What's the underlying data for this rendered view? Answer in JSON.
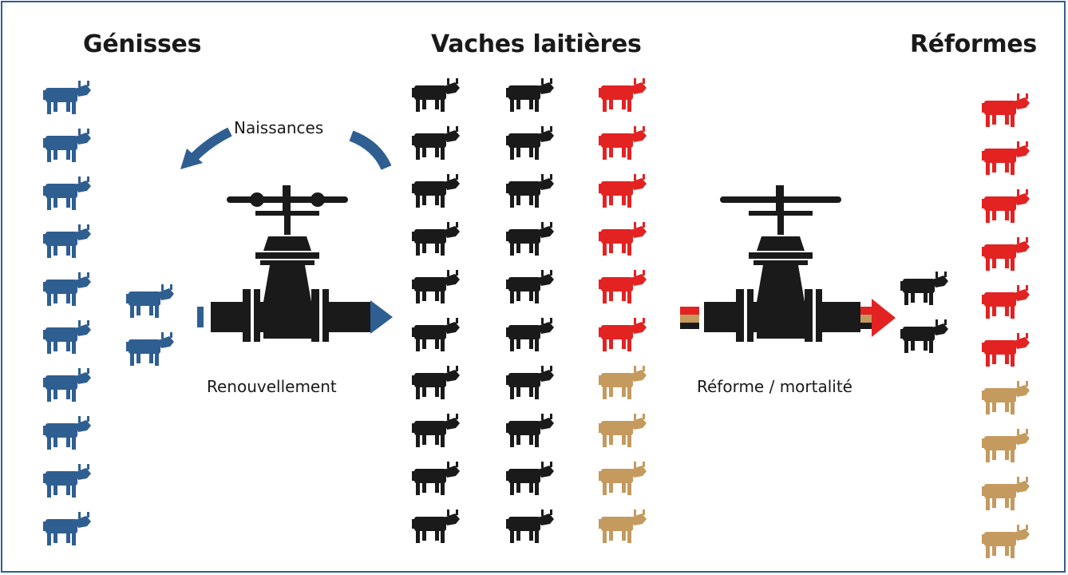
{
  "headings": {
    "genisses": "Génisses",
    "vaches": "Vaches laitières",
    "reformes": "Réformes"
  },
  "labels": {
    "naissances": "Naissances",
    "renouvellement": "Renouvellement",
    "reforme_mortalite": "Réforme / mortalité"
  },
  "colors": {
    "heifer_blue": "#2f5e91",
    "dairy_black": "#1a1a1a",
    "cull_red": "#e32222",
    "mortality_tan": "#c49a5e",
    "frame_blue": "#2f5e91"
  },
  "icons": {
    "cow": "cow-icon",
    "valve": "gate-valve-icon",
    "arrow": "flow-arrow-icon"
  },
  "groups": {
    "genisses_column": {
      "count": 10,
      "color": "heifer_blue"
    },
    "genisses_entering": {
      "count": 2,
      "color": "heifer_blue"
    },
    "vaches_col1": {
      "count": 10,
      "color": "dairy_black"
    },
    "vaches_col2": {
      "count": 10,
      "color": "dairy_black"
    },
    "vaches_col3": {
      "red": 6,
      "tan": 4
    },
    "exiting": {
      "count": 2,
      "color": "dairy_black"
    },
    "reformes_column": {
      "red": 6,
      "tan": 4
    }
  }
}
